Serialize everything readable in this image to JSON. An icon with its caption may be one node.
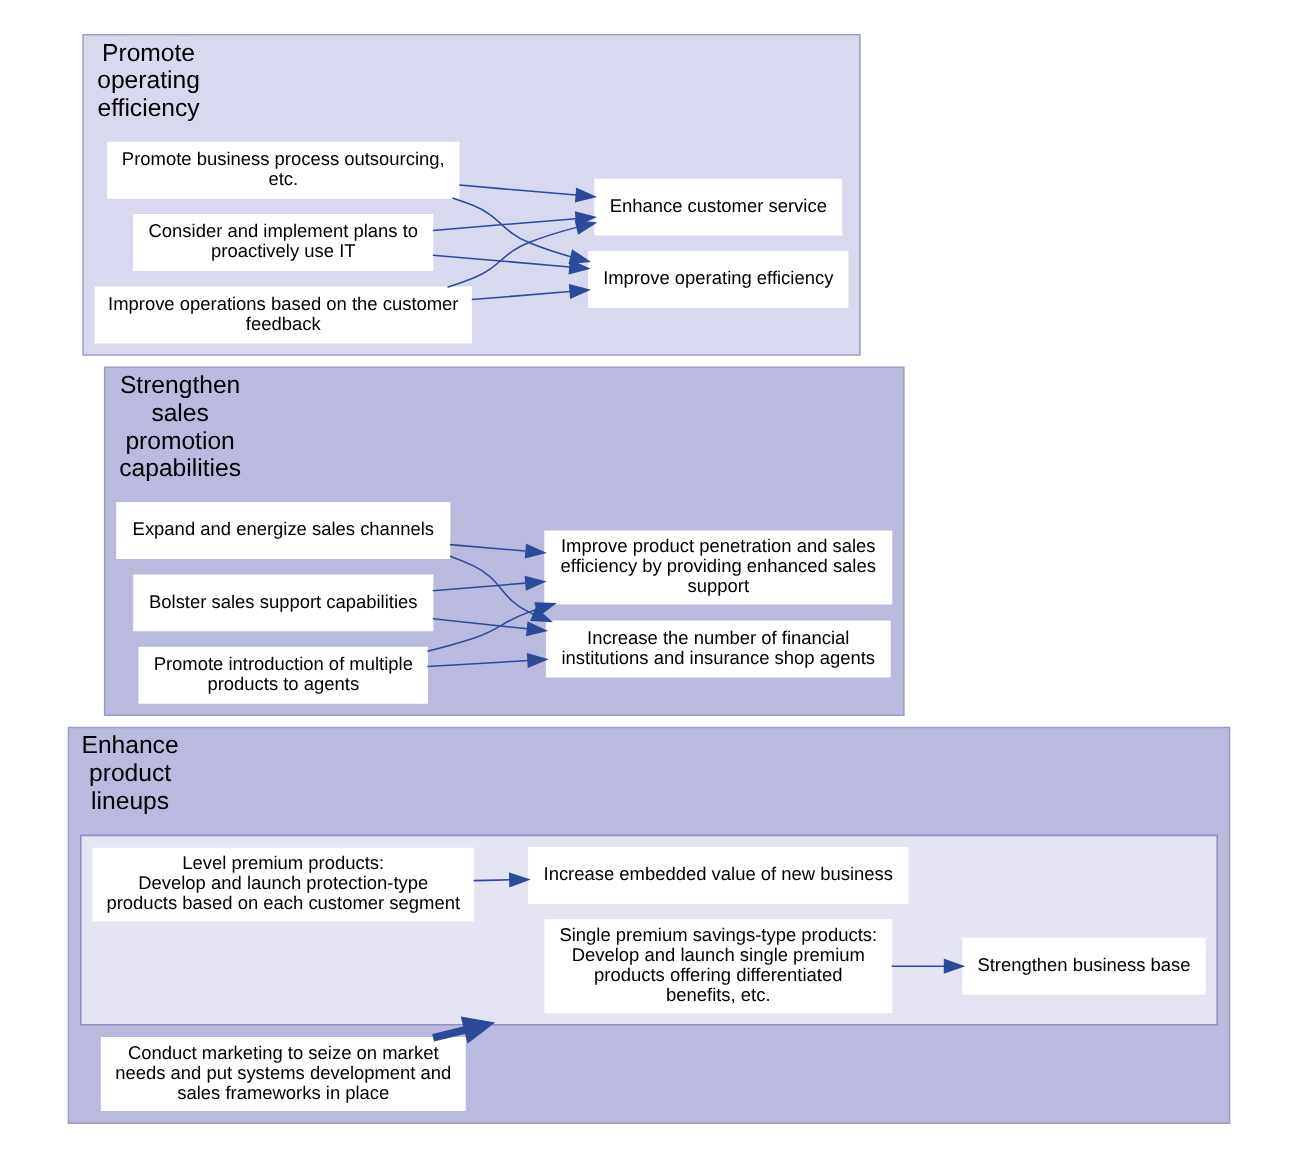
{
  "diagram": {
    "nodes": [
      {
        "text": [
          "Enhance product lineups"
        ]
      },
      {
        "text": [],
        "shape": "box",
        "in": 0
      },
      {
        "text": [
          "Single premium savings-type products:",
          "Develop and launch single premium products offering differentiated benefits, etc."
        ],
        "in": 1
      },
      {
        "text": [
          "Strengthen business base"
        ],
        "in": 1
      },
      {
        "text": [
          "Level premium products:",
          "Develop and launch protection-type products based on each customer segment"
        ],
        "in": 1
      },
      {
        "text": [
          "Increase embedded value of new business"
        ],
        "in": 1
      },
      {
        "text": [
          "Conduct marketing to seize on market needs and put systems development and sales frameworks in place"
        ],
        "in": 0
      },
      {
        "text": [
          "Strengthen sales promotion capabilities"
        ]
      },
      {
        "text": [
          "Expand and energize sales channels"
        ],
        "in": 7
      },
      {
        "text": [
          "Bolster sales support capabilities"
        ],
        "in": 7
      },
      {
        "text": [
          "Promote introduction of multiple products to agents"
        ],
        "in": 7
      },
      {
        "text": [
          "Increase the number of financial institutions and insurance shop agents"
        ],
        "in": 7
      },
      {
        "text": [
          "Improve product penetration and sales efficiency by providing enhanced sales support"
        ],
        "in": 7
      },
      {
        "text": [
          "Promote operating efficiency"
        ]
      },
      {
        "text": [
          "Promote business process outsourcing, etc."
        ],
        "in": 13
      },
      {
        "text": [
          "Consider and implement plans to proactively use IT"
        ],
        "in": 13
      },
      {
        "text": [
          "Improve operations based on the customer feedback"
        ],
        "in": 13
      },
      {
        "text": [
          "Improve operating efficiency"
        ],
        "in": 13
      },
      {
        "text": [
          "Enhance customer service"
        ],
        "in": 13
      }
    ],
    "edges": [
      {
        "from": 2,
        "to": 3,
        "arrow": "to"
      },
      {
        "from": 4,
        "to": 5,
        "arrow": "to"
      },
      {
        "from": 6,
        "to": 1,
        "arrow": "to",
        "style": "thick"
      },
      {
        "from": 8,
        "to": 11,
        "arrow": "to"
      },
      {
        "from": 8,
        "to": 12,
        "arrow": "to"
      },
      {
        "from": 9,
        "to": 11,
        "arrow": "to"
      },
      {
        "from": 9,
        "to": 12,
        "arrow": "to"
      },
      {
        "from": 10,
        "to": 11,
        "arrow": "to"
      },
      {
        "from": 10,
        "to": 12,
        "arrow": "to"
      },
      {
        "from": 14,
        "to": 17,
        "arrow": "to"
      },
      {
        "from": 14,
        "to": 18,
        "arrow": "to"
      },
      {
        "from": 15,
        "to": 17,
        "arrow": "to"
      },
      {
        "from": 15,
        "to": 18,
        "arrow": "to"
      },
      {
        "from": 16,
        "to": 17,
        "arrow": "to"
      },
      {
        "from": 16,
        "to": 18,
        "arrow": "to"
      }
    ]
  }
}
